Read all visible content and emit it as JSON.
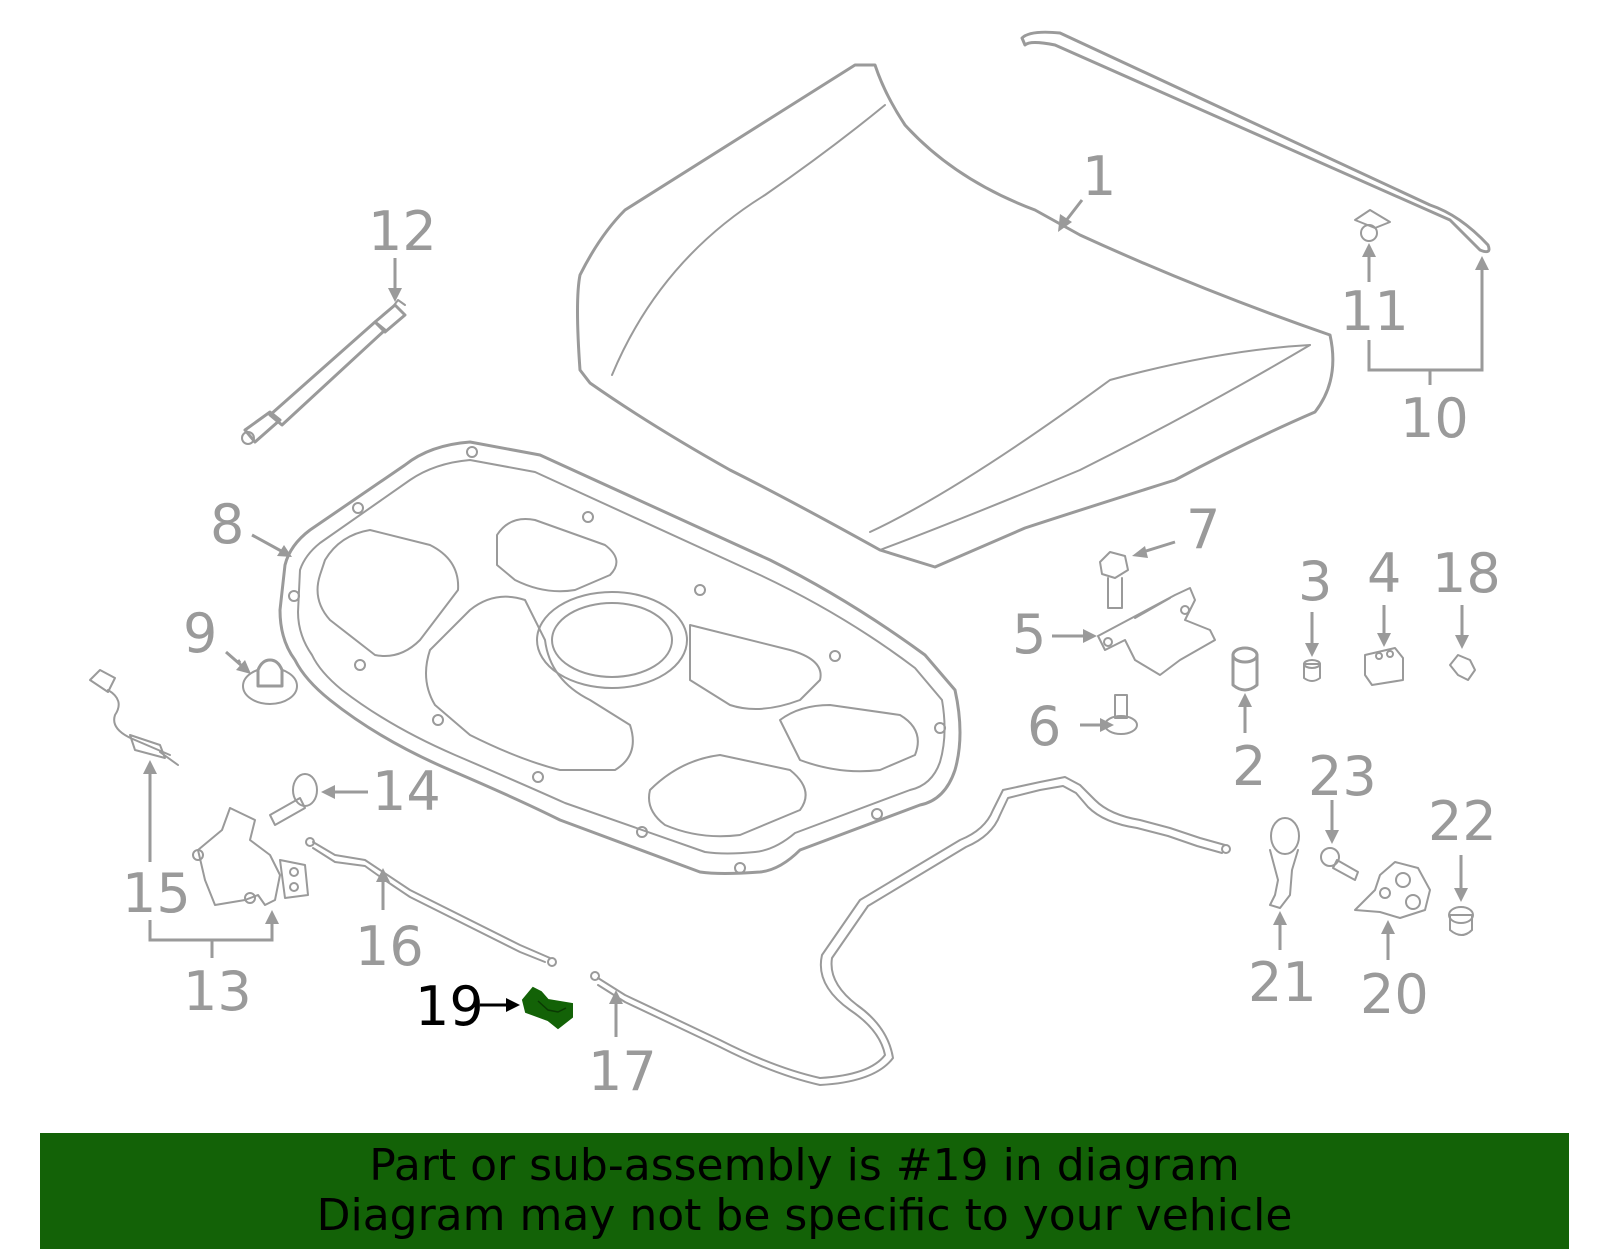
{
  "callouts": {
    "c1": "1",
    "c2": "2",
    "c3": "3",
    "c4": "4",
    "c5": "5",
    "c6": "6",
    "c7": "7",
    "c8": "8",
    "c9": "9",
    "c10": "10",
    "c11": "11",
    "c12": "12",
    "c13": "13",
    "c14": "14",
    "c15": "15",
    "c16": "16",
    "c17": "17",
    "c18": "18",
    "c19": "19",
    "c20": "20",
    "c21": "21",
    "c22": "22",
    "c23": "23"
  },
  "highlight_color": "#136207",
  "banner": {
    "line1": "Part or sub-assembly is #19 in diagram",
    "line2": "Diagram may not be specific to your vehicle"
  }
}
